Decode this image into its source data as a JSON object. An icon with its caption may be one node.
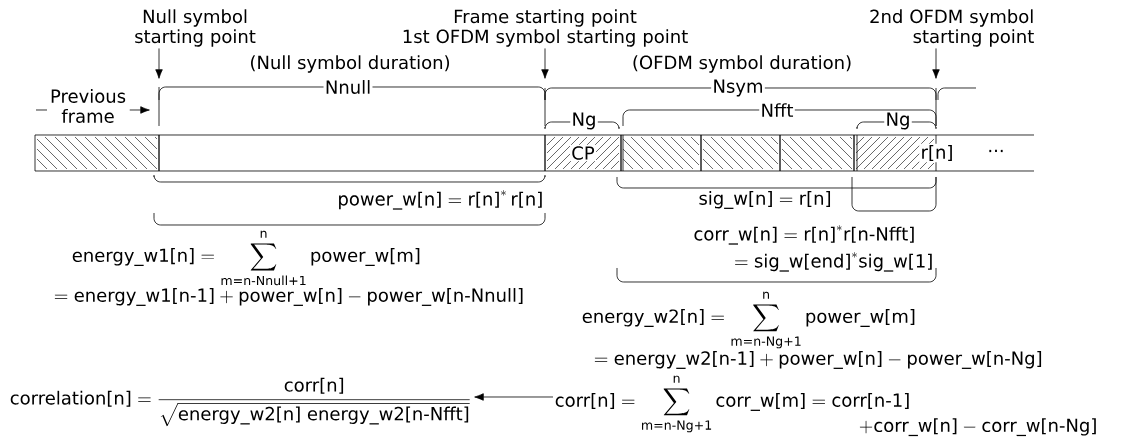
{
  "diagram": {
    "nodes": [
      {
        "text": [
          "Null symbol starting point"
        ]
      },
      {
        "text": [
          "Frame starting point",
          "1st OFDM symbol starting point"
        ]
      },
      {
        "text": [
          "2nd OFDM symbol starting point"
        ]
      },
      {
        "text": [
          "Previous frame"
        ]
      },
      {
        "text": [],
        "shape": "box"
      },
      {
        "text": [],
        "shape": "box"
      },
      {
        "text": [
          "CP"
        ]
      },
      {
        "text": [],
        "shape": "box"
      },
      {
        "text": [],
        "shape": "box"
      },
      {
        "text": [],
        "shape": "box"
      },
      {
        "text": [],
        "shape": "box"
      },
      {
        "text": [
          "\\text{correlation[n]} = \\frac{\\text{corr[n]}}{\\sqrt{\\text{energy\\_w2[n] energy\\_w2[n-Nfft]}}}"
        ]
      },
      {
        "text": [
          "\\text{corr[n]} = \\sum_{\\text{m=n-Ng+1}}^{\\text{n}} \\text{corr\\_w[m]} = \\text{corr[n-1]}",
          "+\\text{corr\\_w[n]} - \\text{corr\\_w[n-Ng]}"
        ]
      }
    ],
    "edges": [
      {
        "from": 0,
        "to": null,
        "arrow": "to"
      },
      {
        "from": 1,
        "to": null,
        "arrow": "to"
      },
      {
        "from": 2,
        "to": null,
        "arrow": "to"
      },
      {
        "from": 3,
        "to": null,
        "arrow": "to"
      },
      {
        "from": 12,
        "to": 11,
        "arrow": "to"
      }
    ],
    "labels": [
      "(Null symbol duration)",
      "(OFDM symbol duration)",
      "Nnull",
      "Nsym",
      "Nfft",
      "Ng",
      "Ng",
      "r[n]",
      "...",
      "\\text{power\\_w[n]} = \\text{r[n]}^{*}\\,\\text{r[n]}",
      "\\text{sig\\_w[n]} = \\text{r[n]}",
      "\\text{corr\\_w[n]} = \\text{r[n]}^{*}\\text{r[n-Nfft]}",
      "= \\text{sig\\_w[end]}^{*}\\text{sig\\_w[1]}",
      "\\text{energy\\_w1[n]} = \\sum_{\\text{m=n-Nnull+1}}^{\\text{n}} \\text{power\\_w[m]}",
      "= \\text{energy\\_w1[n-1]} + \\text{power\\_w[n]} - \\text{power\\_w[n-Nnull]}",
      "\\text{energy\\_w2[n]} = \\sum_{\\text{m=n-Ng+1}}^{\\text{n}} \\text{power\\_w[m]}",
      "= \\text{energy\\_w2[n-1]} + \\text{power\\_w[n]} - \\text{power\\_w[n-Ng]}"
    ]
  }
}
